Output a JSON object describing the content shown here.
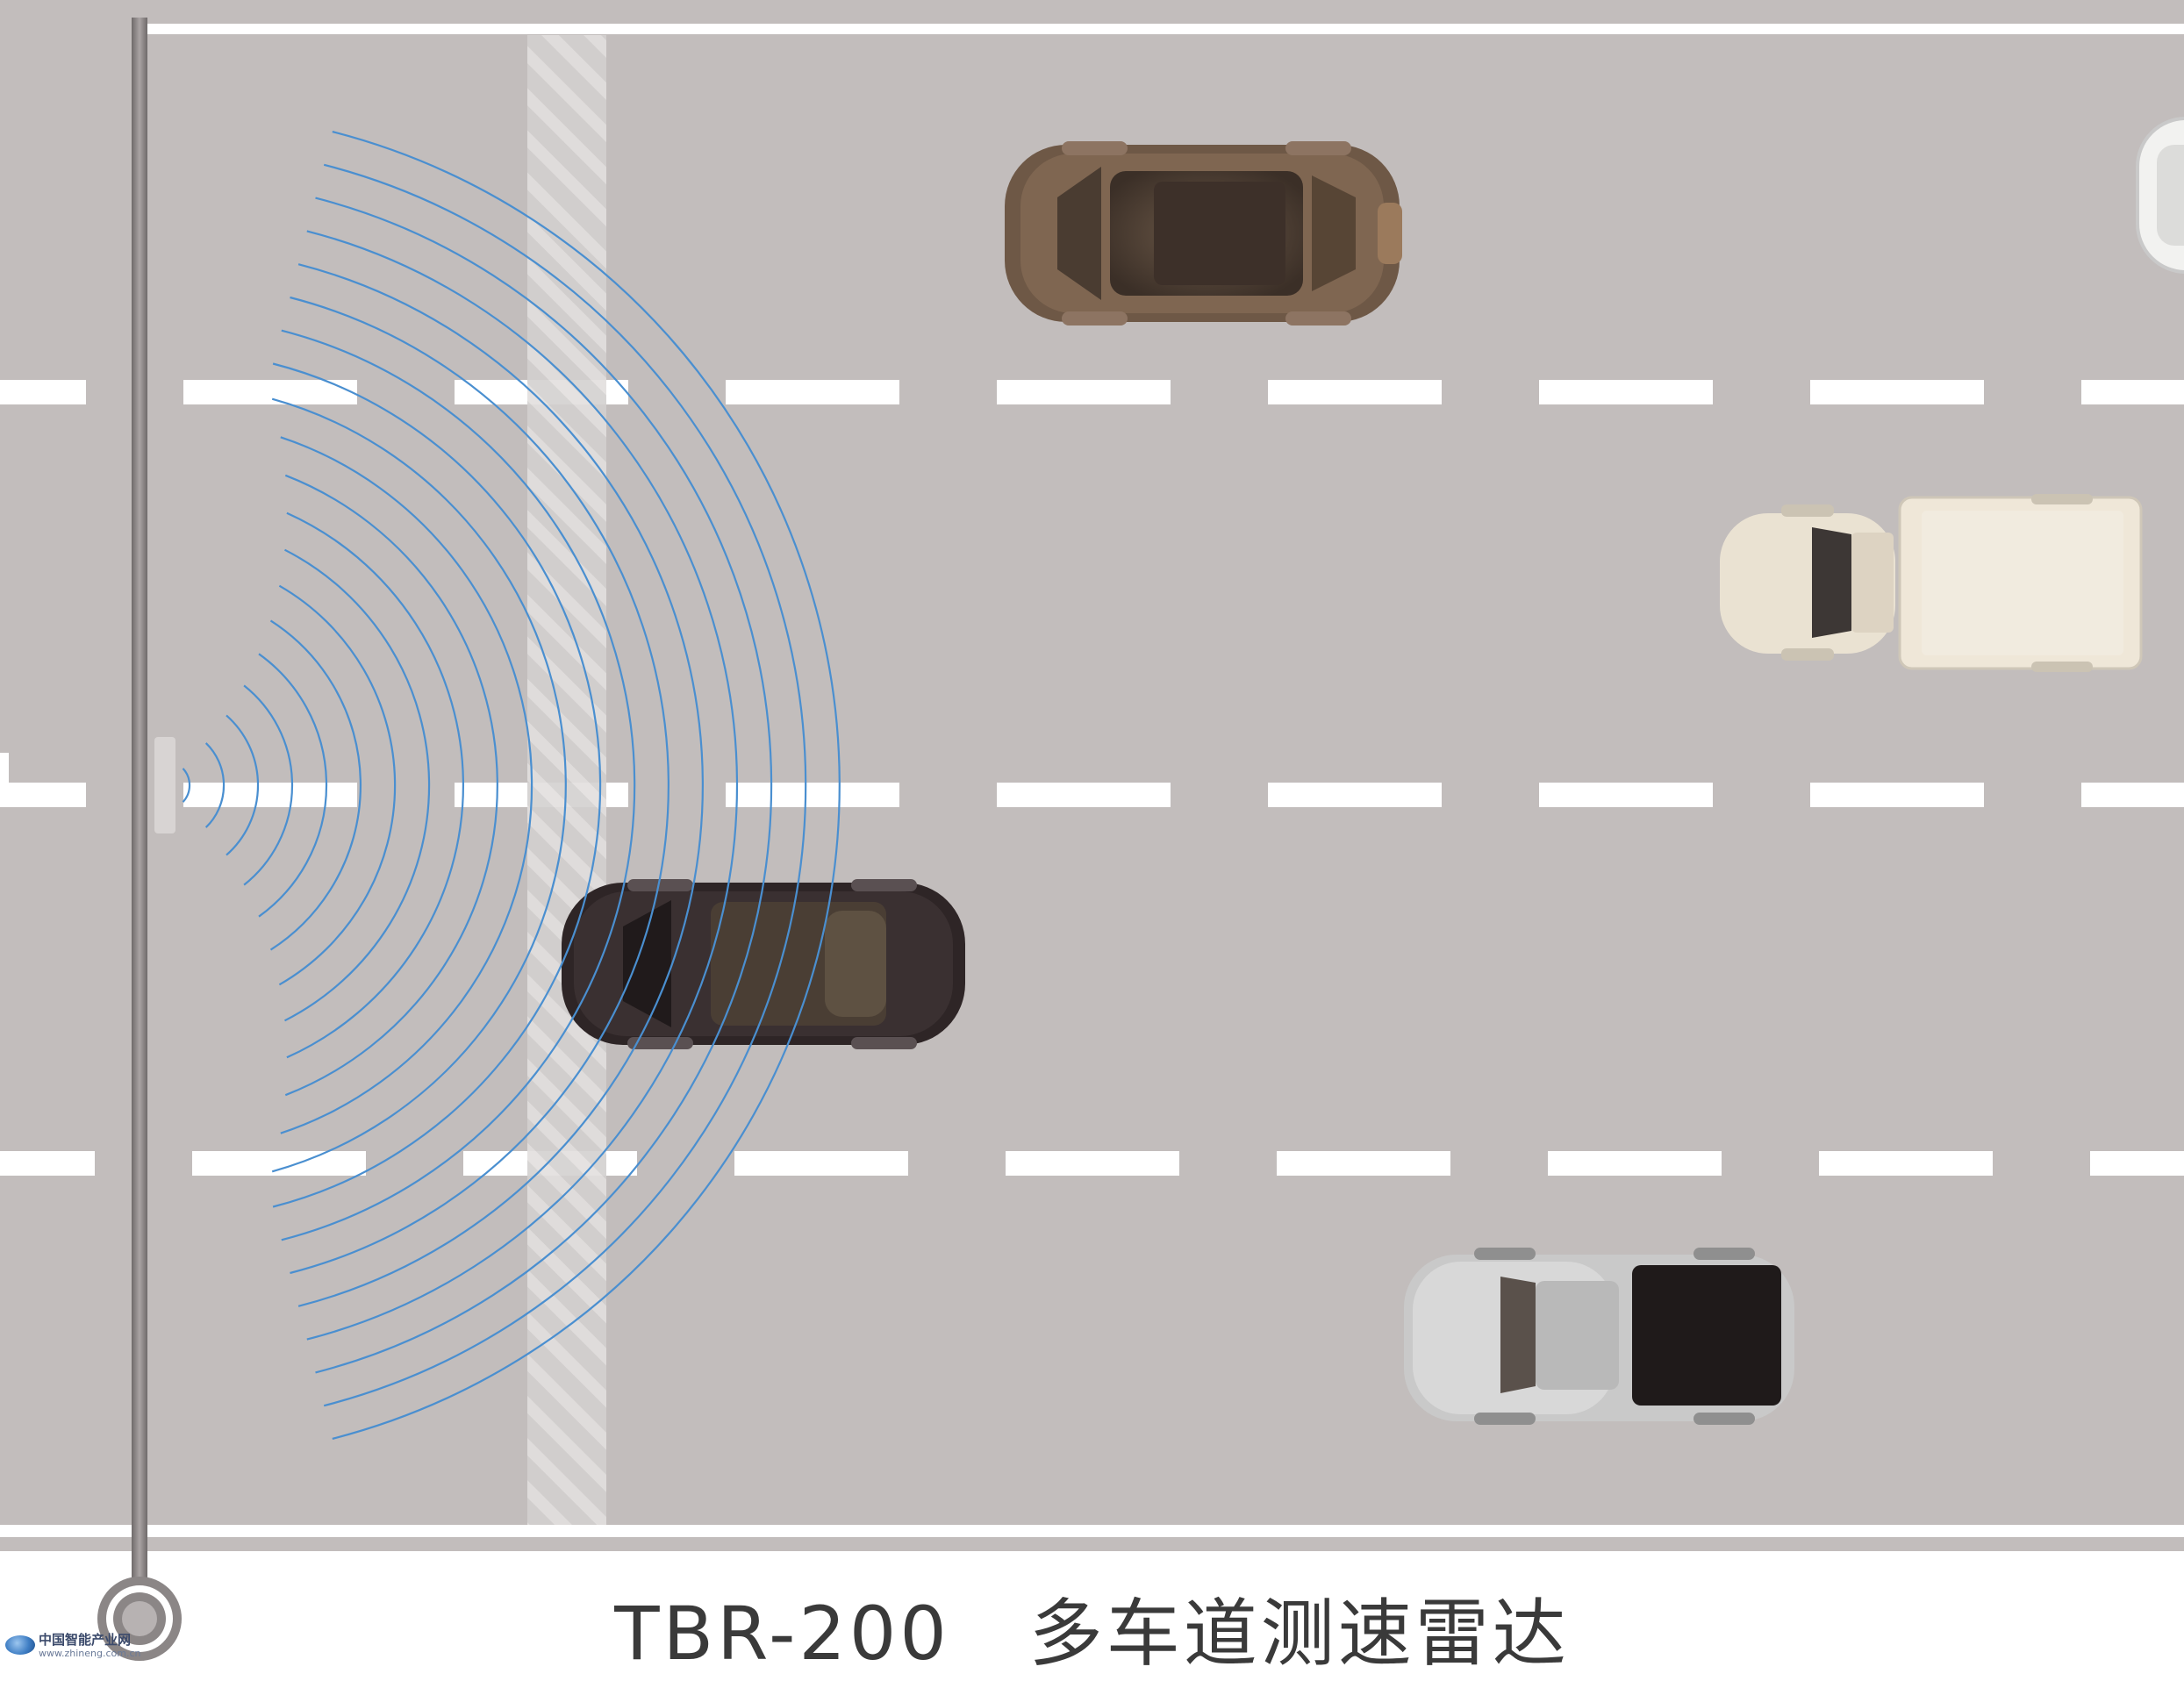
{
  "caption": {
    "model": "TBR-200",
    "description": "多车道测速雷达"
  },
  "watermark": {
    "name": "中国智能产业网",
    "url": "www.zhineng.com.cn"
  },
  "scene": {
    "road_color": "#c2bdbc",
    "marking_color": "#ffffff",
    "radar_wave_color": "#4a8fd0",
    "radar_wave_count": 20,
    "vehicles": [
      {
        "name": "brown-suv",
        "lane": 1,
        "body_color": "#6e5846"
      },
      {
        "name": "white-suv-edge",
        "lane": 1,
        "body_color": "#f2f2f0"
      },
      {
        "name": "cream-truck",
        "lane": 2,
        "body_color": "#eae2d2"
      },
      {
        "name": "black-sedan",
        "lane": 3,
        "body_color": "#2e2526"
      },
      {
        "name": "silver-pickup",
        "lane": 4,
        "body_color": "#c9c9c9"
      }
    ]
  }
}
